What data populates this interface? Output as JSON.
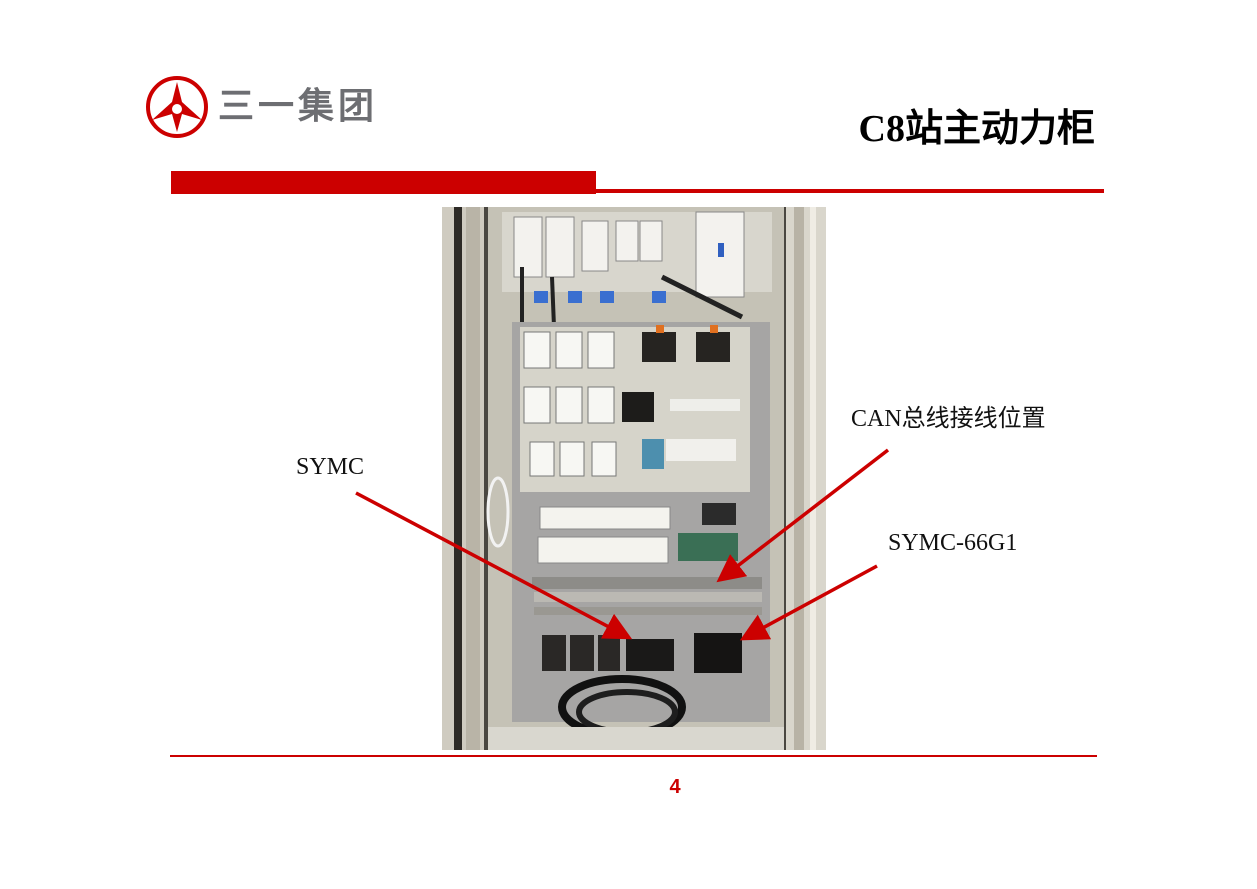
{
  "header": {
    "logo_text": "三一集团",
    "title": "C8站主动力柜"
  },
  "annotations": {
    "can_bus": "CAN总线接线位置",
    "symc": "SYMC",
    "symc_66g1": "SYMC-66G1"
  },
  "footer": {
    "page_number": "4"
  },
  "colors": {
    "brand_red": "#cc0000",
    "logo_gray": "#6d6e72"
  },
  "icons": {
    "logo": "sany-triangle-logo-icon"
  }
}
